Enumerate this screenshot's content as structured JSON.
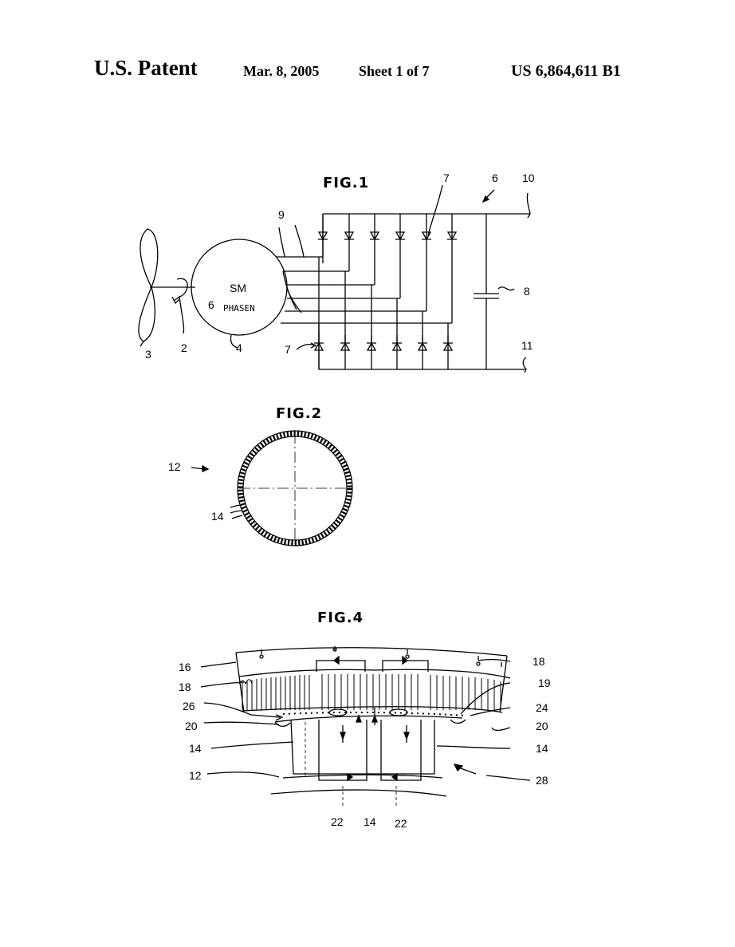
{
  "header": {
    "left": "U.S. Patent",
    "date": "Mar. 8, 2005",
    "sheet": "Sheet 1 of 7",
    "patent_number": "US 6,864,611 B1"
  },
  "fig1": {
    "title": "FIG.1",
    "motor_text": "SM",
    "phase_count": "6",
    "phase_text": "PHASEN",
    "refs": {
      "r2": "2",
      "r3": "3",
      "r4": "4",
      "r6": "6",
      "r7a": "7",
      "r7b": "7",
      "r8": "8",
      "r9": "9",
      "r10": "10",
      "r11": "11"
    }
  },
  "fig2": {
    "title": "FIG.2",
    "refs": {
      "r12": "12",
      "r14": "14"
    }
  },
  "fig4": {
    "title": "FIG.4",
    "refs": {
      "r16": "16",
      "r18a": "18",
      "r18b": "18",
      "r19": "19",
      "r20a": "20",
      "r20b": "20",
      "r24": "24",
      "r26": "26",
      "r14a": "14",
      "r14b": "14",
      "r14c": "14",
      "r12": "12",
      "r28": "28",
      "r22a": "22",
      "r22b": "22"
    }
  }
}
